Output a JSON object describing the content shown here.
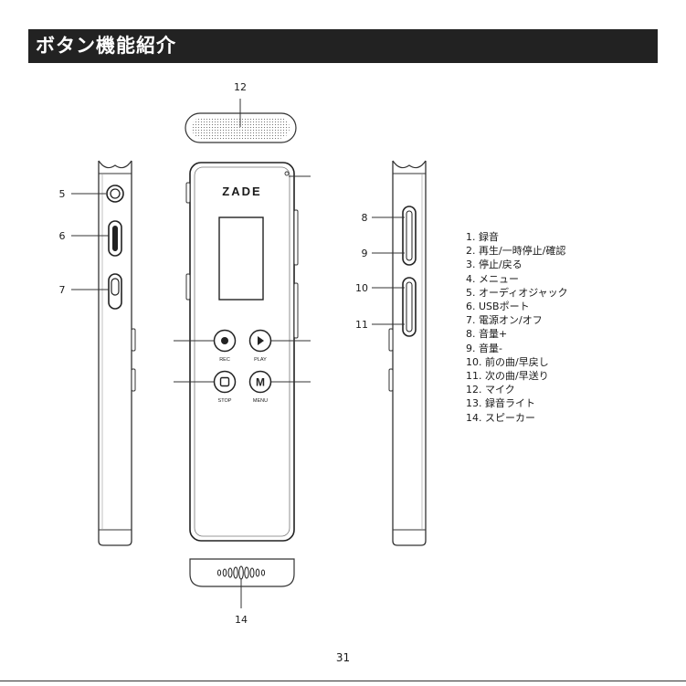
{
  "header": {
    "title": "ボタン機能紹介"
  },
  "device": {
    "logo": "ZADE",
    "buttons": {
      "rec": "REC",
      "play": "PLAY",
      "stop": "STOP",
      "menu": "MENU",
      "menu_glyph": "M"
    }
  },
  "callouts": {
    "c5": "5",
    "c6": "6",
    "c7": "7",
    "c8": "8",
    "c9": "9",
    "c10": "10",
    "c11": "11",
    "c12": "12",
    "c14": "14"
  },
  "legend": [
    "1. 録音",
    "2. 再生/一時停止/確認",
    "3. 停止/戻る",
    "4. メニュー",
    "5. オーディオジャック",
    "6. USBポート",
    "7. 電源オン/オフ",
    "8. 音量+",
    "9. 音量-",
    "10. 前の曲/早戻し",
    "11. 次の曲/早送り",
    "12. マイク",
    "13. 録音ライト",
    "14. スピーカー"
  ],
  "footer": {
    "page_number": "31"
  }
}
